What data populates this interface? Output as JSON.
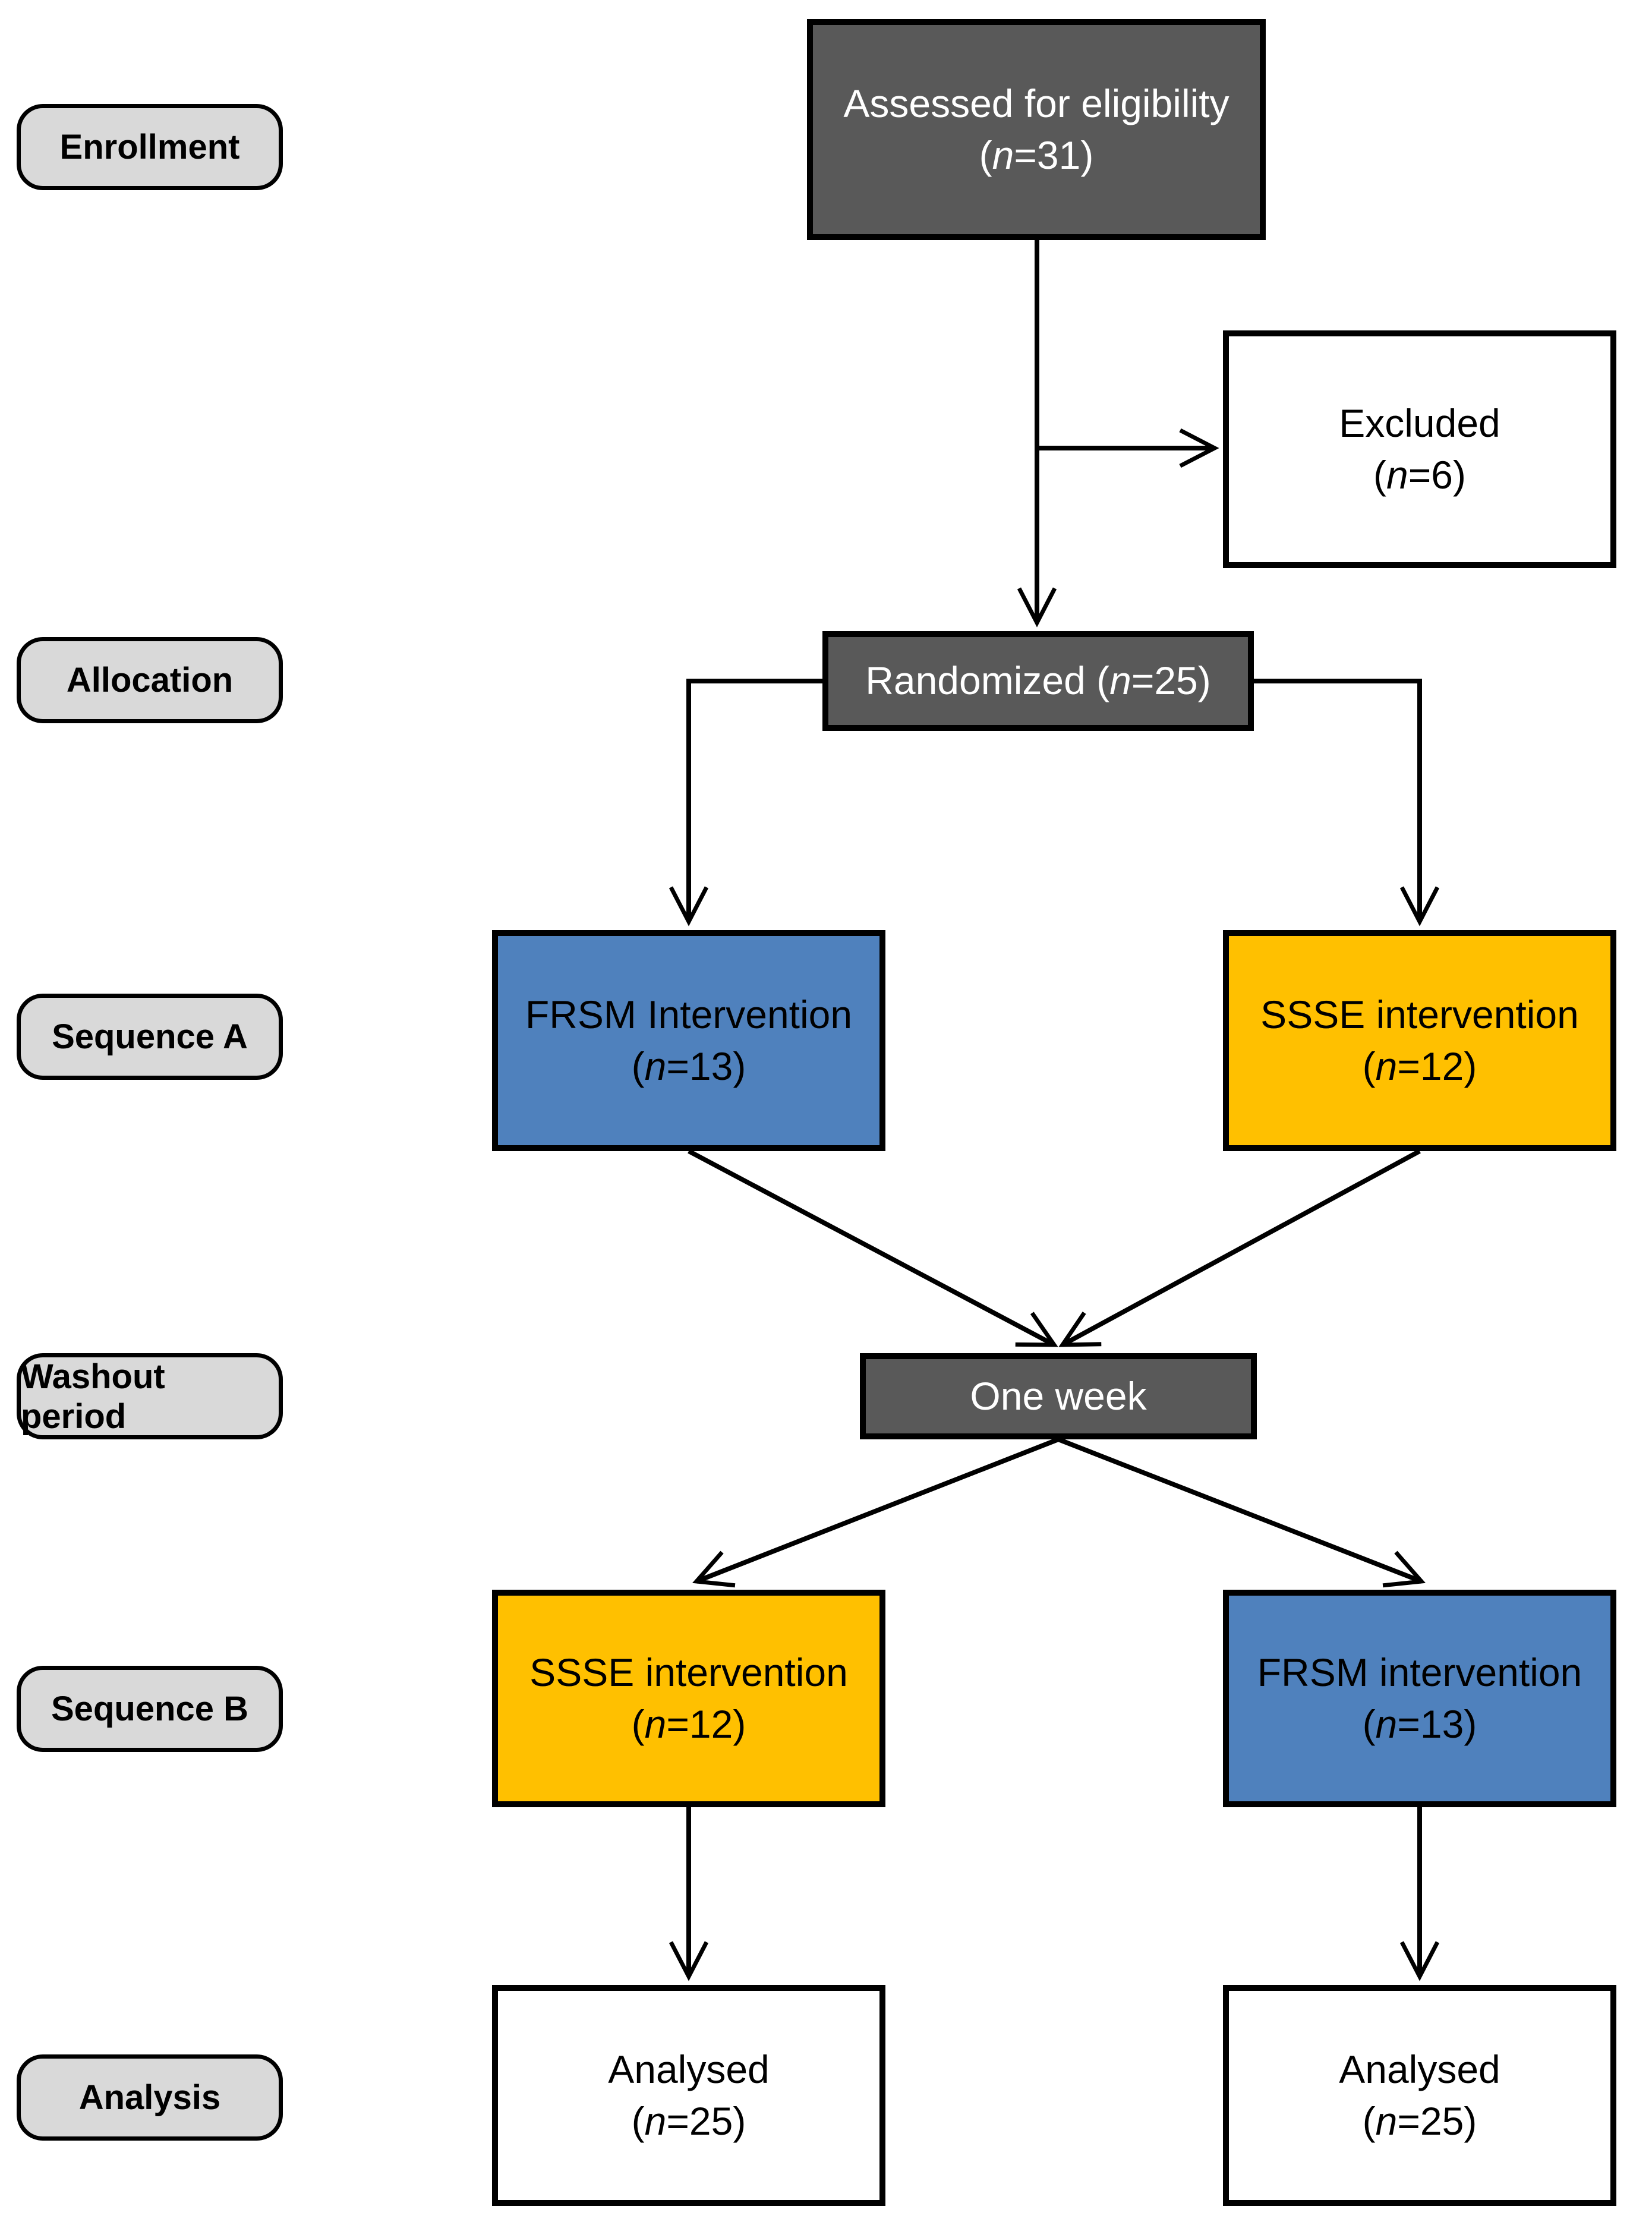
{
  "stages": {
    "enrollment": "Enrollment",
    "allocation": "Allocation",
    "sequence_a": "Sequence A",
    "washout": "Washout period",
    "sequence_b": "Sequence B",
    "analysis": "Analysis"
  },
  "nodes": {
    "assessed": {
      "line1": "Assessed for eligibility",
      "pre": "(",
      "n": "n",
      "post": "=31)"
    },
    "excluded": {
      "line1": "Excluded",
      "pre": "(",
      "n": "n",
      "post": "=6)"
    },
    "randomized": {
      "pre": "Randomized (",
      "n": "n",
      "post": "=25)"
    },
    "frsm_a": {
      "line1": "FRSM Intervention",
      "pre": "(",
      "n": "n",
      "post": "=13)"
    },
    "ssse_a": {
      "line1": "SSSE intervention",
      "pre": "(",
      "n": "n",
      "post": "=12)"
    },
    "one_week": {
      "line1": "One week"
    },
    "ssse_b": {
      "line1": "SSSE intervention",
      "pre": "(",
      "n": "n",
      "post": "=12)"
    },
    "frsm_b": {
      "line1": "FRSM intervention",
      "pre": "(",
      "n": "n",
      "post": "=13)"
    },
    "analysed_left": {
      "line1": "Analysed",
      "pre": "(",
      "n": "n",
      "post": "=25)"
    },
    "analysed_right": {
      "line1": "Analysed",
      "pre": "(",
      "n": "n",
      "post": "=25)"
    }
  },
  "colors": {
    "dark": "#595959",
    "blue": "#4f81bd",
    "yellow": "#ffc000",
    "stage_fill": "#d9d9d9",
    "line": "#000000",
    "background": "#ffffff",
    "text_light": "#ffffff",
    "text_dark": "#000000"
  }
}
